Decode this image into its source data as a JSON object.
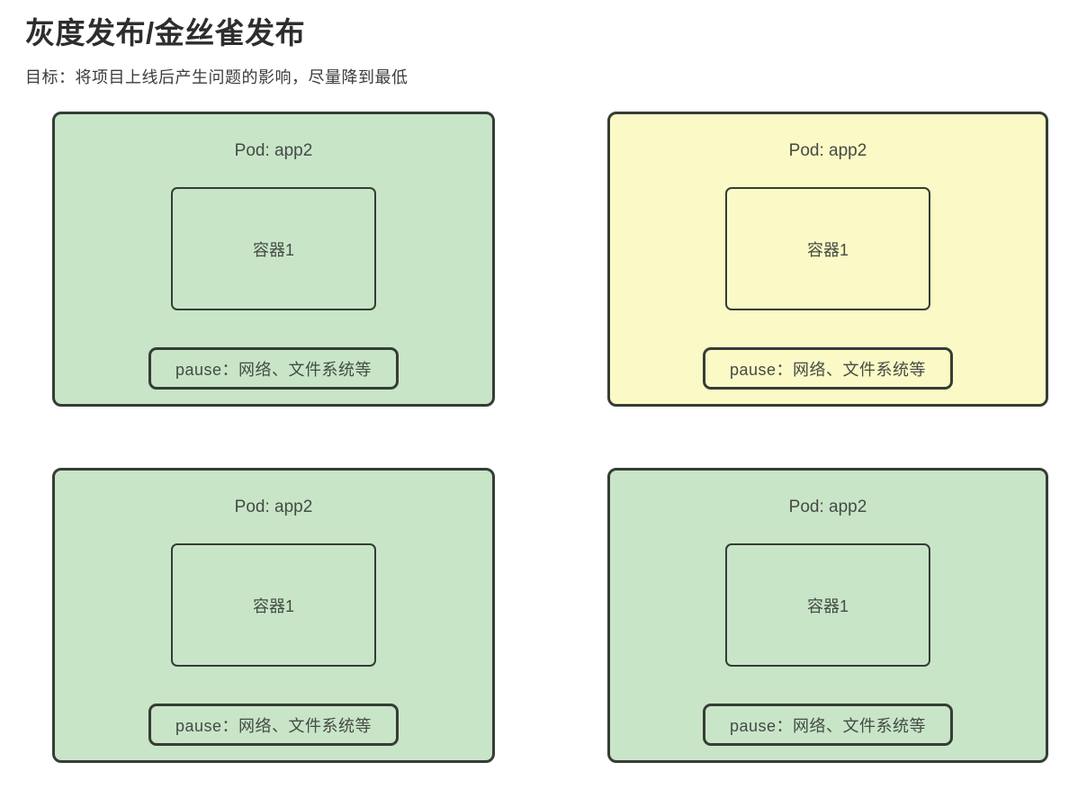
{
  "page": {
    "title": "灰度发布/金丝雀发布",
    "subtitle": "目标：将项目上线后产生问题的影响，尽量降到最低"
  },
  "colors": {
    "pod-green": "#c9e5c8",
    "pod-yellow": "#fbf9c5",
    "pod-border": "#353d35",
    "title-text": "#2d2d2d",
    "subtitle-text": "#3c3c3c",
    "diagram-text": "#444b44",
    "page-bg": "#ffffff"
  },
  "pods": [
    {
      "variant": "green",
      "title": "Pod: app2",
      "container_label": "容器1",
      "pause_label": "pause：网络、文件系统等"
    },
    {
      "variant": "yellow",
      "title": "Pod: app2",
      "container_label": "容器1",
      "pause_label": "pause：网络、文件系统等"
    },
    {
      "variant": "green",
      "title": "Pod: app2",
      "container_label": "容器1",
      "pause_label": "pause：网络、文件系统等"
    },
    {
      "variant": "green",
      "title": "Pod: app2",
      "container_label": "容器1",
      "pause_label": "pause：网络、文件系统等"
    }
  ]
}
